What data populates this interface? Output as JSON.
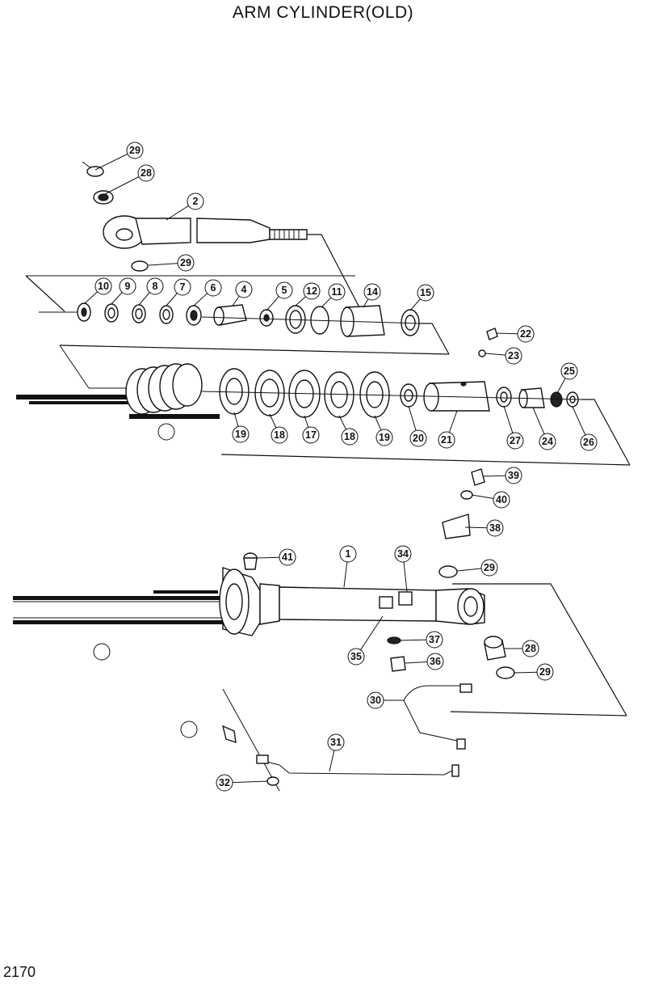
{
  "title": "ARM CYLINDER(OLD)",
  "page_number": "2170",
  "callouts": [
    {
      "id": "c29a",
      "label": "29"
    },
    {
      "id": "c28a",
      "label": "28"
    },
    {
      "id": "c2",
      "label": "2"
    },
    {
      "id": "c29b",
      "label": "29"
    },
    {
      "id": "c10",
      "label": "10"
    },
    {
      "id": "c9",
      "label": "9"
    },
    {
      "id": "c8",
      "label": "8"
    },
    {
      "id": "c7",
      "label": "7"
    },
    {
      "id": "c6",
      "label": "6"
    },
    {
      "id": "c4",
      "label": "4"
    },
    {
      "id": "c5",
      "label": "5"
    },
    {
      "id": "c12",
      "label": "12"
    },
    {
      "id": "c11",
      "label": "11"
    },
    {
      "id": "c14",
      "label": "14"
    },
    {
      "id": "c15",
      "label": "15"
    },
    {
      "id": "c22",
      "label": "22"
    },
    {
      "id": "c23",
      "label": "23"
    },
    {
      "id": "c25",
      "label": "25"
    },
    {
      "id": "c19a",
      "label": "19"
    },
    {
      "id": "c18a",
      "label": "18"
    },
    {
      "id": "c17",
      "label": "17"
    },
    {
      "id": "c18b",
      "label": "18"
    },
    {
      "id": "c19b",
      "label": "19"
    },
    {
      "id": "c20",
      "label": "20"
    },
    {
      "id": "c21",
      "label": "21"
    },
    {
      "id": "c27",
      "label": "27"
    },
    {
      "id": "c24",
      "label": "24"
    },
    {
      "id": "c26",
      "label": "26"
    },
    {
      "id": "c39",
      "label": "39"
    },
    {
      "id": "c40",
      "label": "40"
    },
    {
      "id": "c38",
      "label": "38"
    },
    {
      "id": "c41",
      "label": "41"
    },
    {
      "id": "c1",
      "label": "1"
    },
    {
      "id": "c34",
      "label": "34"
    },
    {
      "id": "c29c",
      "label": "29"
    },
    {
      "id": "c37",
      "label": "37"
    },
    {
      "id": "c35",
      "label": "35"
    },
    {
      "id": "c36",
      "label": "36"
    },
    {
      "id": "c28b",
      "label": "28"
    },
    {
      "id": "c29d",
      "label": "29"
    },
    {
      "id": "c30",
      "label": "30"
    },
    {
      "id": "c31",
      "label": "31"
    },
    {
      "id": "c32",
      "label": "32"
    }
  ]
}
